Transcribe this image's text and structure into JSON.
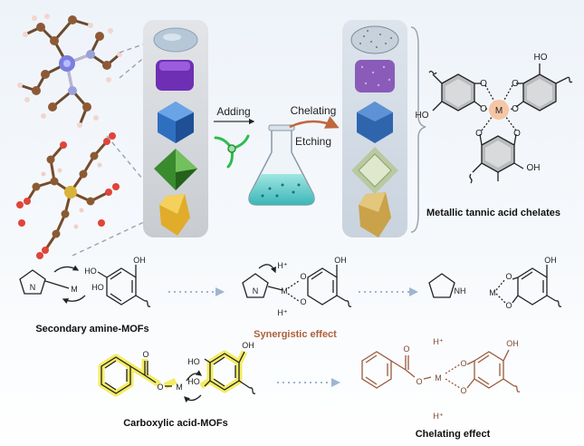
{
  "top": {
    "adding_label": "Adding",
    "chelating_label": "Chelating",
    "etching_label": "Etching",
    "metallic_chelates_label": "Metallic tannic acid chelates",
    "metal_symbol": "M"
  },
  "mechanisms": {
    "secondary_amine_label": "Secondary amine-MOFs",
    "synergistic_label": "Synergistic effect",
    "carboxylic_label": "Carboxylic acid-MOFs",
    "chelating_effect_label": "Chelating effect"
  },
  "chem": {
    "oh": "OH",
    "ho": "HO",
    "o": "O",
    "m": "M",
    "n": "N",
    "nh": "NH",
    "hplus": "H⁺"
  },
  "colors": {
    "accent_brown": "#b0603a",
    "highlight_yellow": "#f2ea4a",
    "panel_gray": "#d7dade",
    "arrow_blue": "#9fb6cf"
  }
}
